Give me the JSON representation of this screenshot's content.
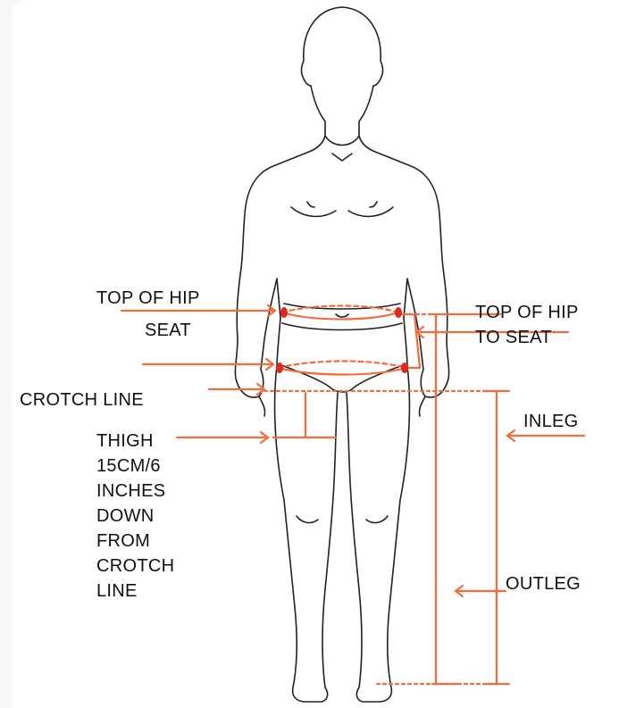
{
  "labels": {
    "top_of_hip": "TOP OF HIP",
    "seat": "SEAT",
    "crotch_line": "CROTCH LINE",
    "thigh": [
      "THIGH",
      "15CM/6",
      "INCHES",
      "DOWN",
      "FROM",
      "CROTCH",
      "LINE"
    ],
    "top_of_hip_to_seat": [
      "TOP OF HIP",
      "TO SEAT"
    ],
    "inleg": "INLEG",
    "outleg": "OUTLEG"
  },
  "colors": {
    "accent": "#f26d3d",
    "marker": "#e5261f",
    "outline": "#222222",
    "background_panel": "#f7f7f7"
  }
}
